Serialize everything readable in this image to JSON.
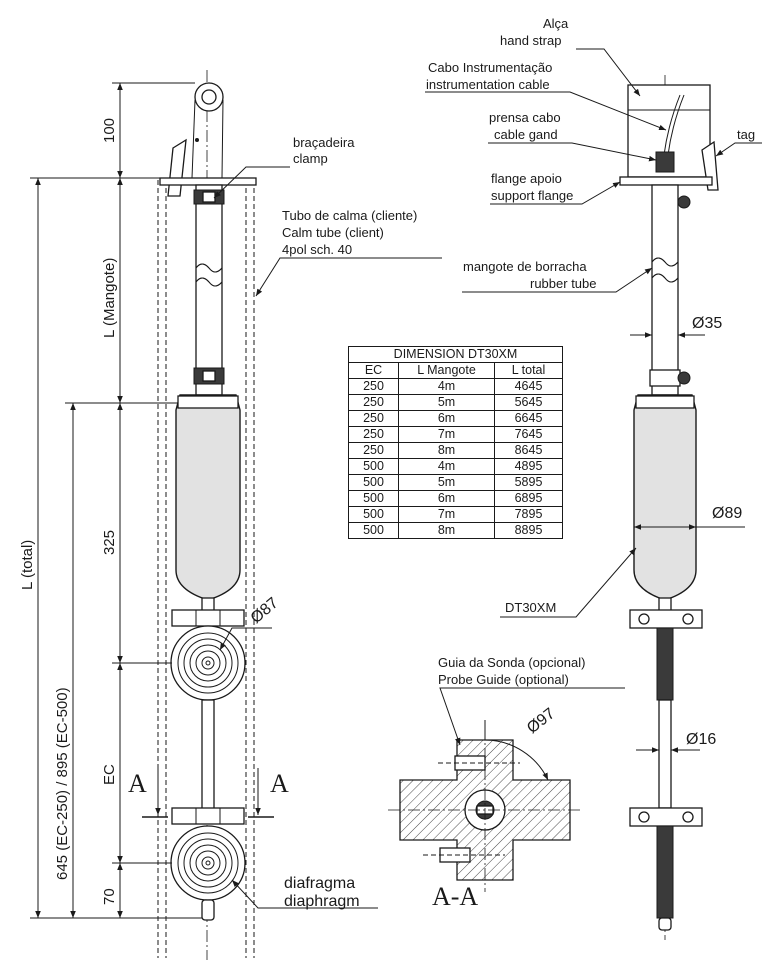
{
  "labels": {
    "hand_strap_pt": "Alça",
    "hand_strap_en": "hand strap",
    "cable_pt": "Cabo Instrumentação",
    "cable_en": "instrumentation cable",
    "gland_pt": "prensa cabo",
    "gland_en": "cable gand",
    "tag": "tag",
    "flange_pt": "flange apoio",
    "flange_en": "support flange",
    "rubber_pt": "mangote de borracha",
    "rubber_en": "rubber tube",
    "clamp_pt": "braçadeira",
    "clamp_en": "clamp",
    "calm_pt": "Tubo de calma (cliente)",
    "calm_en": "Calm tube (client)",
    "calm_size": "4pol sch. 40",
    "model": "DT30XM",
    "guide_pt": "Guia da Sonda (opcional)",
    "guide_en": "Probe Guide (optional)",
    "diaphragm_pt": "diafragma",
    "diaphragm_en": "diaphragm",
    "section": "A-A",
    "section_mark": "A"
  },
  "dimensions": {
    "d100": "100",
    "l_mangote": "L (Mangote)",
    "d325": "325",
    "ec": "EC",
    "d70": "70",
    "l_total": "L (total)",
    "ec_lengths": "645 (EC-250) / 895 (EC-500)",
    "phi87": "Ø87",
    "phi35": "Ø35",
    "phi89": "Ø89",
    "phi97": "Ø97",
    "phi16": "Ø16"
  },
  "table": {
    "title": "DIMENSION DT30XM",
    "headers": [
      "EC",
      "L Mangote",
      "L total"
    ],
    "rows": [
      [
        "250",
        "4m",
        "4645"
      ],
      [
        "250",
        "5m",
        "5645"
      ],
      [
        "250",
        "6m",
        "6645"
      ],
      [
        "250",
        "7m",
        "7645"
      ],
      [
        "250",
        "8m",
        "8645"
      ],
      [
        "500",
        "4m",
        "4895"
      ],
      [
        "500",
        "5m",
        "5895"
      ],
      [
        "500",
        "6m",
        "6895"
      ],
      [
        "500",
        "7m",
        "7895"
      ],
      [
        "500",
        "8m",
        "8895"
      ]
    ]
  }
}
